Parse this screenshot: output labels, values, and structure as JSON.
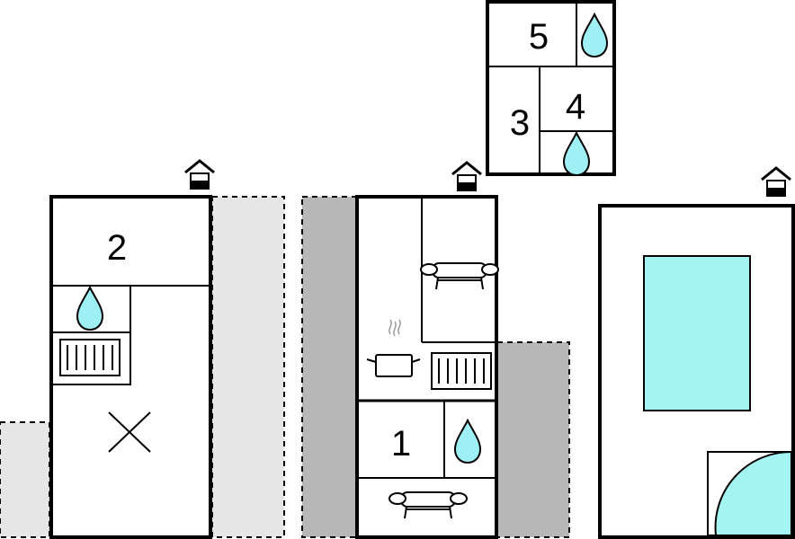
{
  "rooms": {
    "room_1": "1",
    "room_2": "2",
    "room_3": "3",
    "room_4": "4",
    "room_5": "5"
  },
  "colors": {
    "water": "#9ff0f4",
    "pool": "#a5f4f4",
    "terrace_light": "#e6e6e6",
    "terrace_dark": "#b7b7b7",
    "wall": "#000000"
  },
  "icons": {
    "entrance": "house-entrance-icon",
    "bathroom": "water-drop-icon",
    "kitchen": "cooking-pot-icon",
    "radiator": "radiator-icon",
    "living": "sofa-icon",
    "double_bed": "cross-bed-icon",
    "shower": "shower-quarter-circle-icon"
  }
}
